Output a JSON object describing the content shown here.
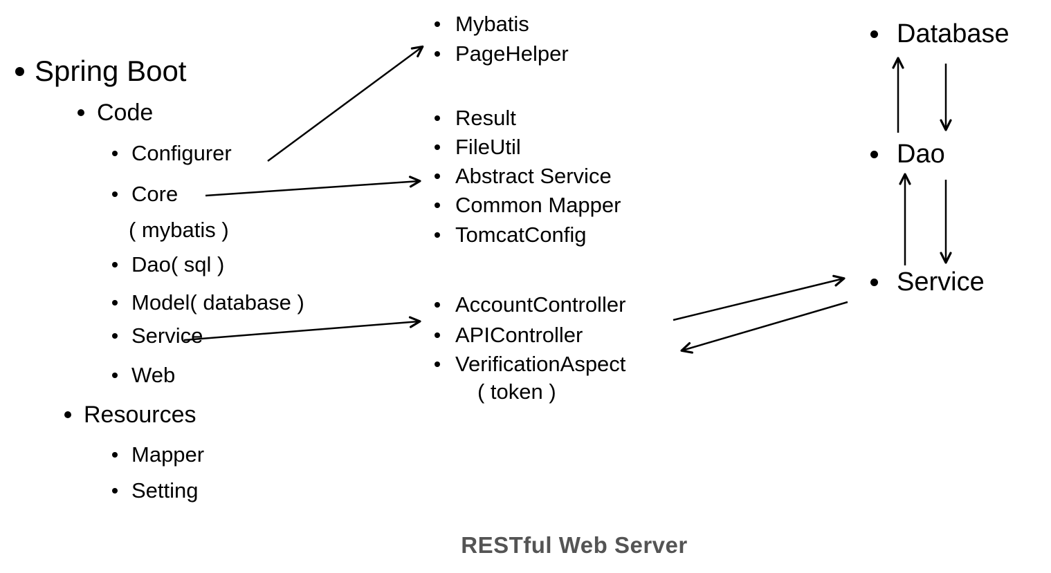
{
  "caption": {
    "text": "RESTful Web Server"
  },
  "outline": {
    "title": "Spring Boot",
    "code": {
      "label": "Code",
      "items": [
        "Configurer",
        "Core",
        "( mybatis )",
        "Dao( sql )",
        "Model( database )",
        "Service",
        "Web"
      ]
    },
    "resources": {
      "label": "Resources",
      "items": [
        "Mapper",
        "Setting"
      ]
    }
  },
  "modules": {
    "orm": [
      "Mybatis",
      "PageHelper"
    ],
    "core": [
      "Result",
      "FileUtil",
      "Abstract Service",
      "Common Mapper",
      "TomcatConfig"
    ],
    "web": [
      "AccountController",
      "APIController",
      "VerificationAspect"
    ],
    "web_note": "( token )"
  },
  "layers": [
    "Database",
    "Dao",
    "Service"
  ],
  "edges": [
    {
      "from": "Configurer",
      "to": "Mybatis / PageHelper"
    },
    {
      "from": "Core",
      "to": "Abstract Service"
    },
    {
      "from": "Service (code)",
      "to": "APIController"
    },
    {
      "from": "AccountController",
      "to": "Service (layer)"
    },
    {
      "from": "Service (layer)",
      "to": "VerificationAspect"
    },
    {
      "from": "Dao",
      "to": "Database"
    },
    {
      "from": "Database",
      "to": "Dao"
    },
    {
      "from": "Service (layer)",
      "to": "Dao"
    },
    {
      "from": "Dao",
      "to": "Service (layer)"
    }
  ],
  "colors": {
    "text": "#000000",
    "caption": "#545454",
    "arrow": "#000000"
  }
}
